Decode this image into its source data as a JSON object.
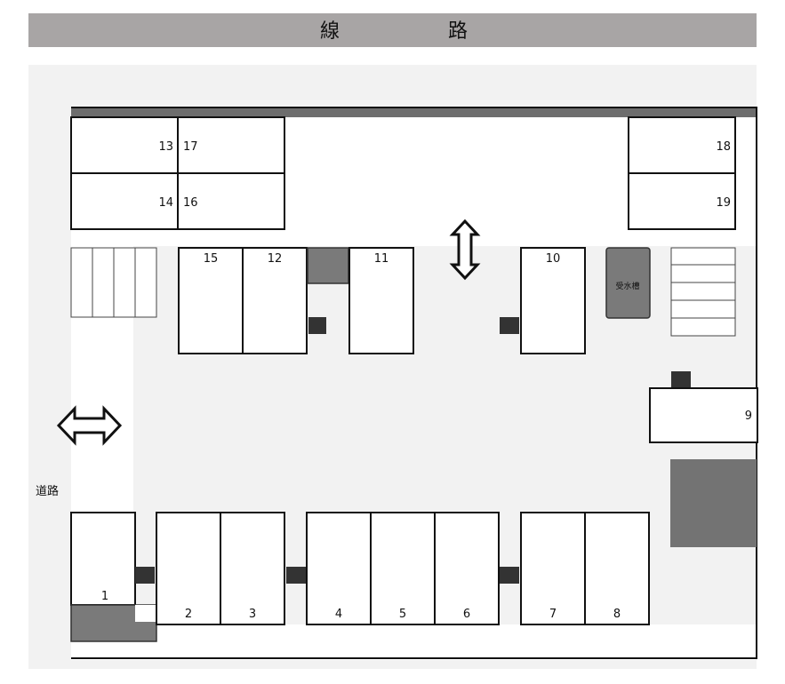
{
  "banner": {
    "label_a": "線",
    "label_b": "路",
    "color": "#a8a5a5"
  },
  "road": {
    "label": "道路"
  },
  "water_tank": {
    "label": "受水槽",
    "color": "#7a7a7a"
  },
  "parking": {
    "slots": [
      {
        "id": "13",
        "label": "13"
      },
      {
        "id": "17",
        "label": "17"
      },
      {
        "id": "14",
        "label": "14"
      },
      {
        "id": "16",
        "label": "16"
      },
      {
        "id": "18",
        "label": "18"
      },
      {
        "id": "19",
        "label": "19"
      },
      {
        "id": "15",
        "label": "15"
      },
      {
        "id": "12",
        "label": "12"
      },
      {
        "id": "11",
        "label": "11"
      },
      {
        "id": "10",
        "label": "10"
      },
      {
        "id": "9",
        "label": "9"
      },
      {
        "id": "1",
        "label": "1"
      },
      {
        "id": "2",
        "label": "2"
      },
      {
        "id": "3",
        "label": "3"
      },
      {
        "id": "4",
        "label": "4"
      },
      {
        "id": "5",
        "label": "5"
      },
      {
        "id": "6",
        "label": "6"
      },
      {
        "id": "7",
        "label": "7"
      },
      {
        "id": "8",
        "label": "8"
      }
    ]
  },
  "colors": {
    "ground": "#f2f2f2",
    "wall": "#6d6d6d",
    "post": "#333333",
    "line": "#111111"
  }
}
